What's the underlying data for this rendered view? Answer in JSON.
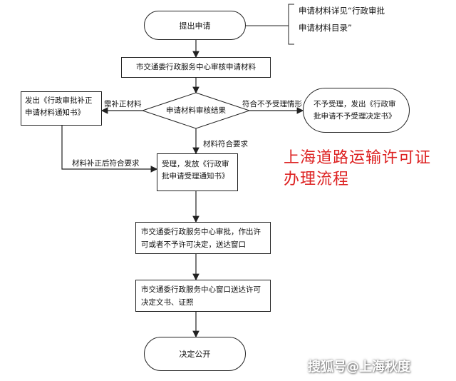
{
  "nodes": {
    "start": "提出申请",
    "note": "申请材料详见“行政审批申请材料目录”",
    "review": "市交通委行政服务中心审核申请材料",
    "decision": "申请材料审核结果",
    "supplement": "发出《行政审批补正申请材料通知书》",
    "reject": "不予受理，发出《行政审批申请不予受理决定书》",
    "accept": "受理，发放《行政审批申请受理通知书》",
    "approve": "市交通委行政服务中心审批，作出许可或者不予许可决定，送达窗口",
    "deliver": "市交通委行政服务中心窗口送达许可决定文书、证照",
    "end": "决定公开"
  },
  "edges": {
    "need_supplement": "需补正材料",
    "not_accepted": "符合不予受理情形",
    "meets": "材料符合要求",
    "after_supplement": "材料补正后符合要求"
  },
  "title_line1": "上海道路运输许可证",
  "title_line2": "办理流程",
  "watermark": "搜狐号@上海秋度",
  "colors": {
    "title": "#dd2222",
    "line": "#222222"
  }
}
